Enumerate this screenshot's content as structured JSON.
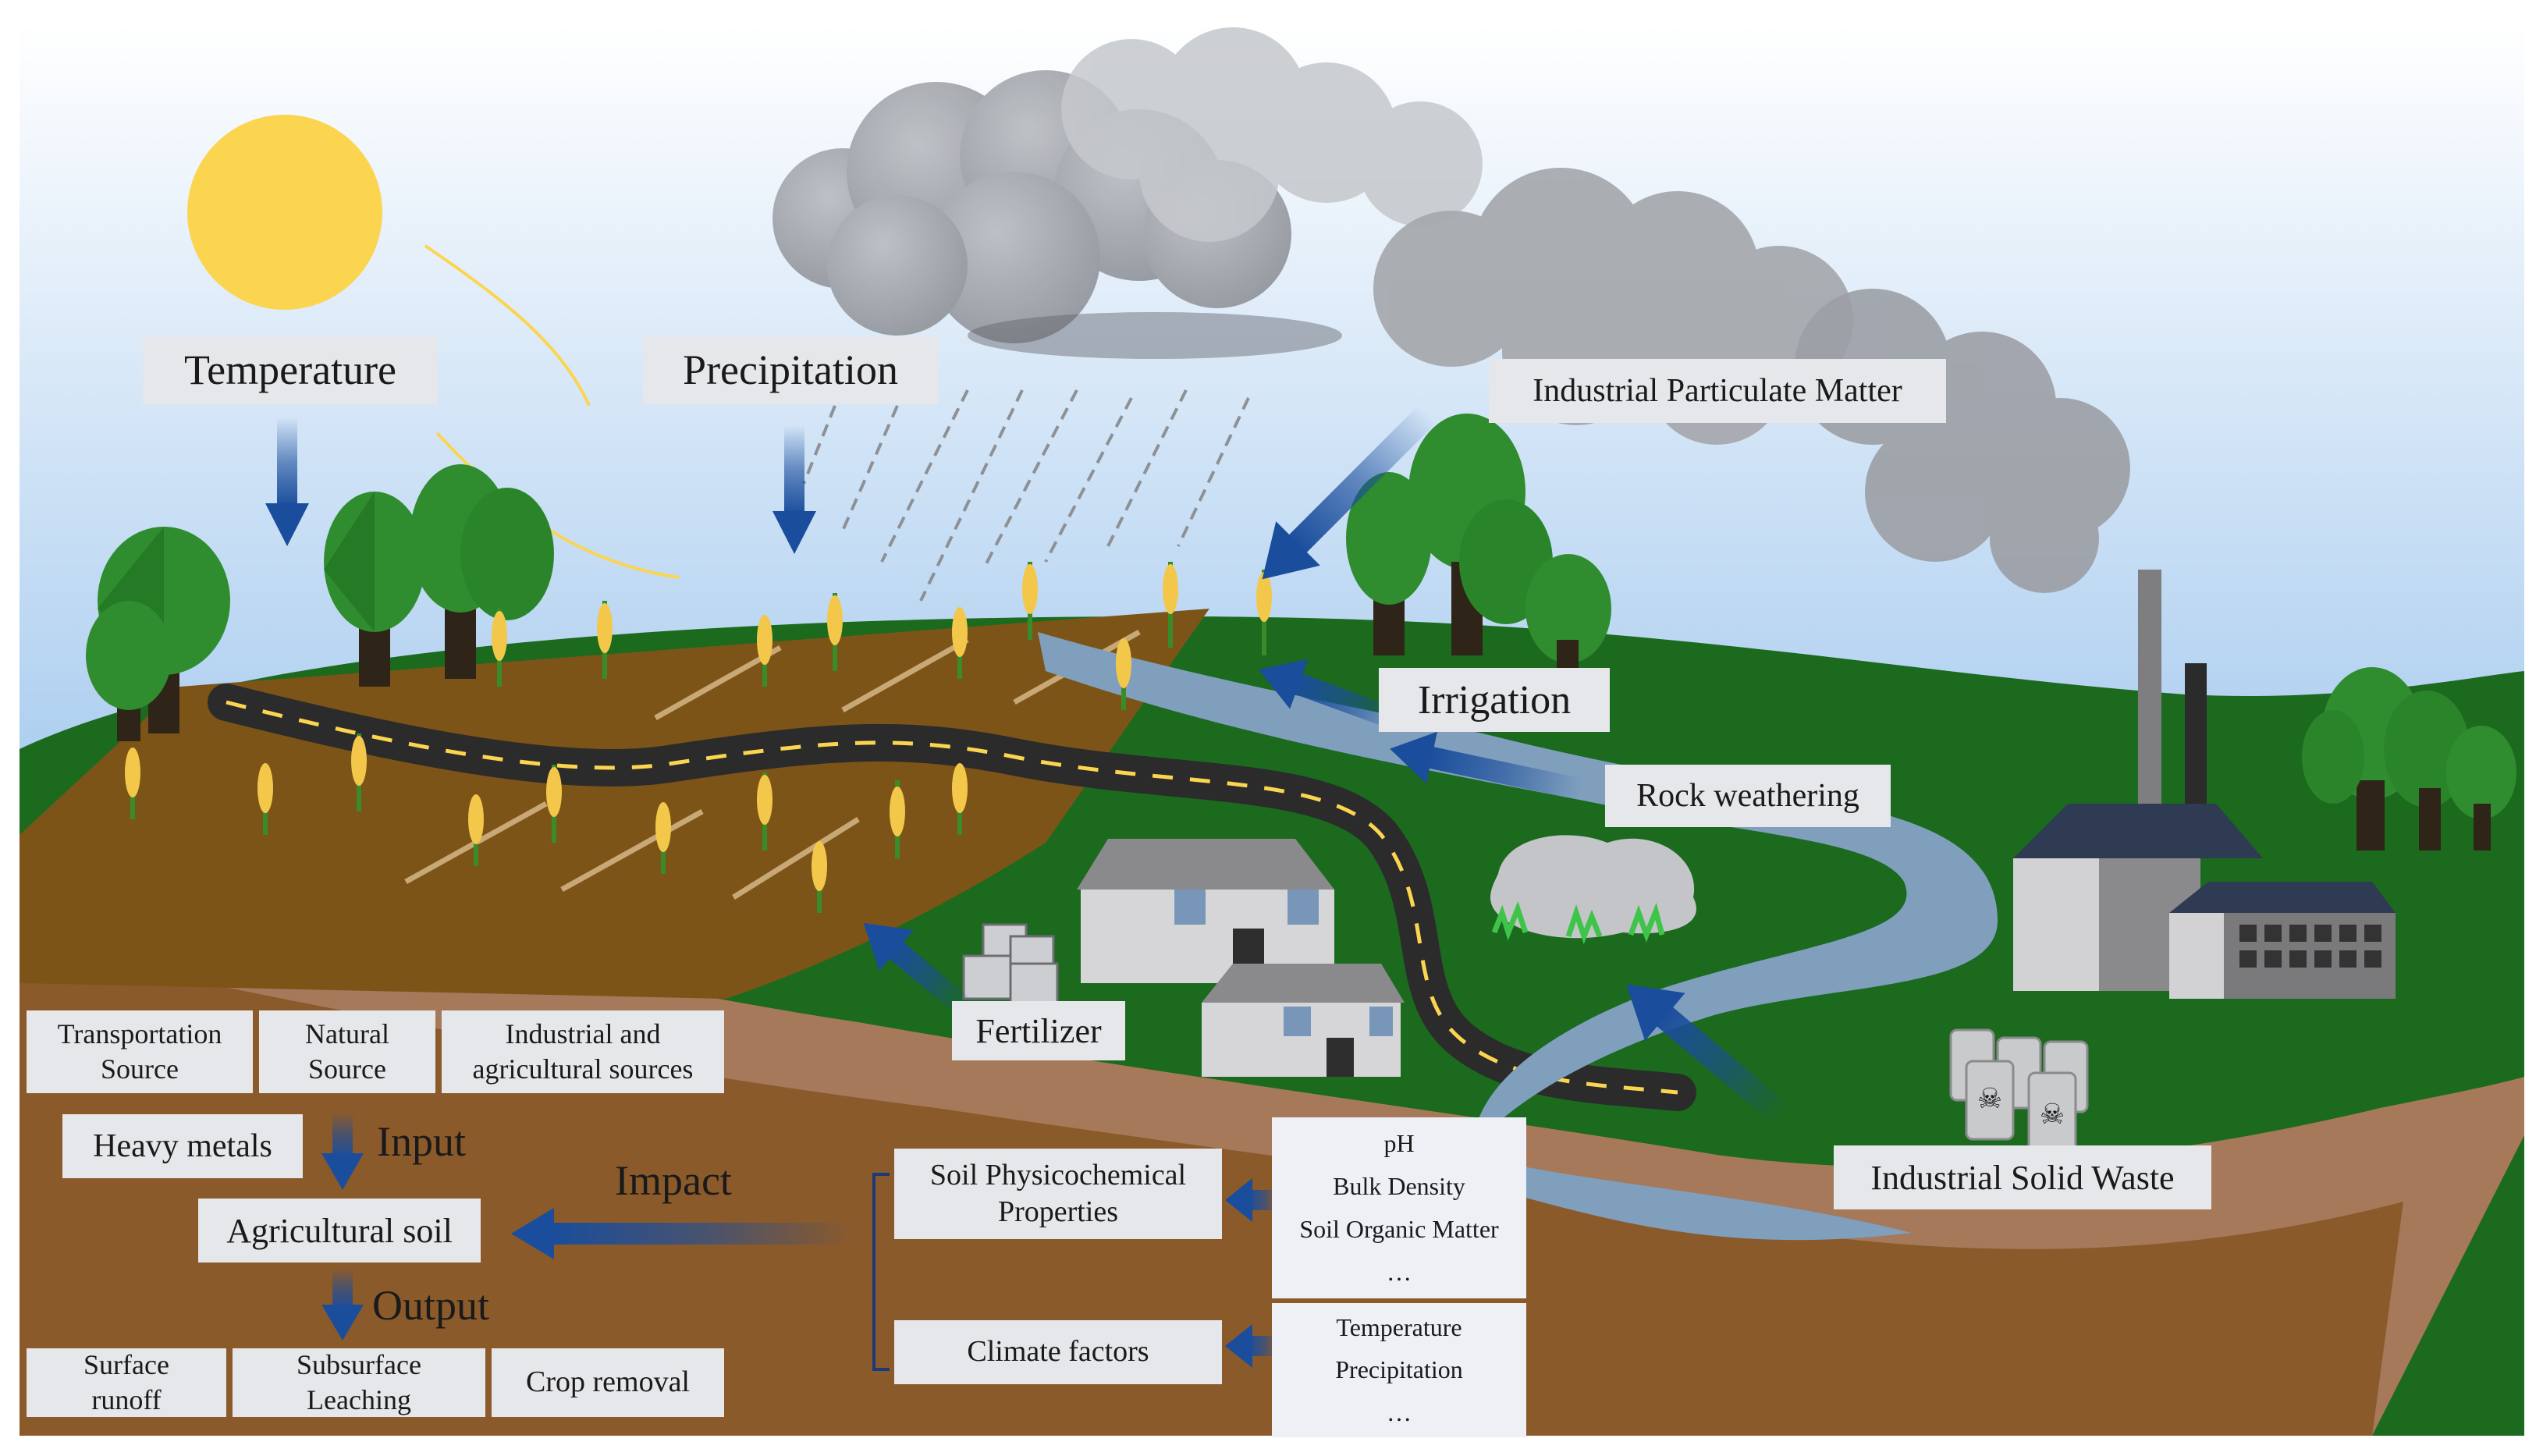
{
  "labels": {
    "temperature": "Temperature",
    "precipitation": "Precipitation",
    "industrial_particulate": "Industrial Particulate Matter",
    "irrigation": "Irrigation",
    "rock_weathering": "Rock weathering",
    "fertilizer": "Fertilizer",
    "industrial_solid_waste": "Industrial Solid Waste"
  },
  "sources": {
    "transportation": "Transportation\nSource",
    "natural": "Natural\nSource",
    "industrial_agricultural": "Industrial and\nagricultural sources"
  },
  "flow": {
    "heavy_metals": "Heavy metals",
    "input": "Input",
    "agricultural_soil": "Agricultural soil",
    "output": "Output",
    "impact": "Impact"
  },
  "outputs": {
    "surface_runoff": "Surface\nrunoff",
    "subsurface_leaching": "Subsurface\nLeaching",
    "crop_removal": "Crop removal"
  },
  "factors": {
    "soil_properties": "Soil Physicochemical\nProperties",
    "climate": "Climate factors",
    "soil_items": [
      "pH",
      "Bulk Density",
      "Soil Organic Matter",
      "…"
    ],
    "climate_items": [
      "Temperature",
      "Precipitation",
      "…"
    ]
  },
  "colors": {
    "sky_top": "#ffffff",
    "sky_bottom": "#a9ccef",
    "sun": "#fcd550",
    "grass": "#1b6a1e",
    "soil": "#8b5a2b",
    "field": "#7d5418",
    "river": "#7f9fbd",
    "arrow": "#1a4d9c",
    "label_bg": "#e6e7ea"
  }
}
